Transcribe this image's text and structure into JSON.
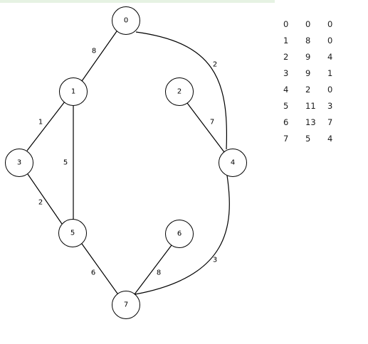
{
  "graph": {
    "nodes": [
      {
        "id": "0",
        "label": "0"
      },
      {
        "id": "1",
        "label": "1"
      },
      {
        "id": "2",
        "label": "2"
      },
      {
        "id": "3",
        "label": "3"
      },
      {
        "id": "4",
        "label": "4"
      },
      {
        "id": "5",
        "label": "5"
      },
      {
        "id": "6",
        "label": "6"
      },
      {
        "id": "7",
        "label": "7"
      }
    ],
    "edges": [
      {
        "from": "0",
        "to": "1",
        "weight": "8"
      },
      {
        "from": "0",
        "to": "4",
        "weight": "2"
      },
      {
        "from": "1",
        "to": "3",
        "weight": "1"
      },
      {
        "from": "1",
        "to": "5",
        "weight": "5"
      },
      {
        "from": "3",
        "to": "5",
        "weight": "2"
      },
      {
        "from": "2",
        "to": "4",
        "weight": "7"
      },
      {
        "from": "4",
        "to": "7",
        "weight": "3"
      },
      {
        "from": "5",
        "to": "7",
        "weight": "6"
      },
      {
        "from": "6",
        "to": "7",
        "weight": "8"
      }
    ]
  },
  "table": {
    "rows": [
      [
        "0",
        "0",
        "0"
      ],
      [
        "1",
        "8",
        "0"
      ],
      [
        "2",
        "9",
        "4"
      ],
      [
        "3",
        "9",
        "1"
      ],
      [
        "4",
        "2",
        "0"
      ],
      [
        "5",
        "11",
        "3"
      ],
      [
        "6",
        "13",
        "7"
      ],
      [
        "7",
        "5",
        "4"
      ]
    ]
  }
}
